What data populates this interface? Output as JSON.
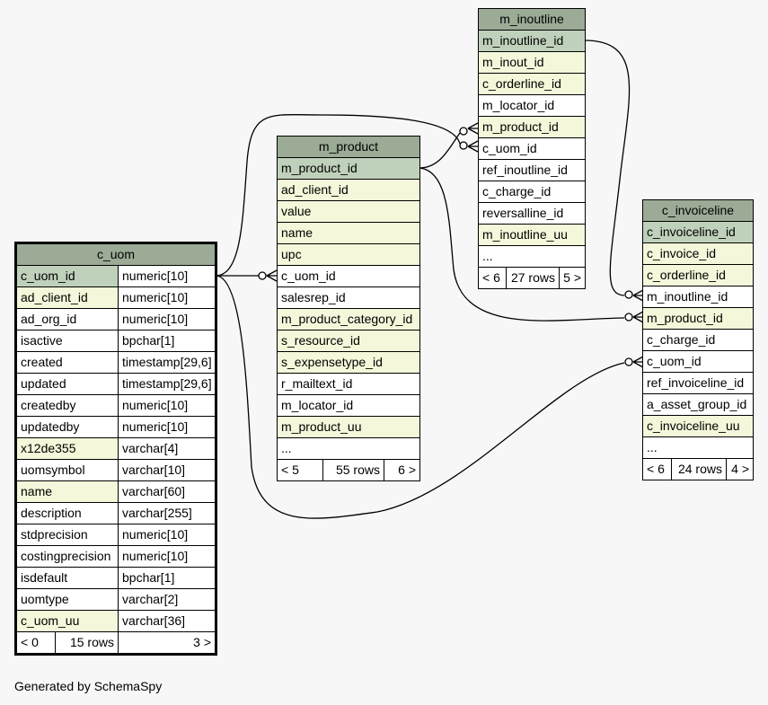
{
  "caption": "Generated by SchemaSpy",
  "tables": {
    "c_uom": {
      "name": "c_uom",
      "columns": [
        {
          "name": "c_uom_id",
          "type": "numeric[10]",
          "kind": "pk"
        },
        {
          "name": "ad_client_id",
          "type": "numeric[10]",
          "kind": "fk"
        },
        {
          "name": "ad_org_id",
          "type": "numeric[10]",
          "kind": ""
        },
        {
          "name": "isactive",
          "type": "bpchar[1]",
          "kind": ""
        },
        {
          "name": "created",
          "type": "timestamp[29,6]",
          "kind": ""
        },
        {
          "name": "updated",
          "type": "timestamp[29,6]",
          "kind": ""
        },
        {
          "name": "createdby",
          "type": "numeric[10]",
          "kind": ""
        },
        {
          "name": "updatedby",
          "type": "numeric[10]",
          "kind": ""
        },
        {
          "name": "x12de355",
          "type": "varchar[4]",
          "kind": "fk"
        },
        {
          "name": "uomsymbol",
          "type": "varchar[10]",
          "kind": ""
        },
        {
          "name": "name",
          "type": "varchar[60]",
          "kind": "fk"
        },
        {
          "name": "description",
          "type": "varchar[255]",
          "kind": ""
        },
        {
          "name": "stdprecision",
          "type": "numeric[10]",
          "kind": ""
        },
        {
          "name": "costingprecision",
          "type": "numeric[10]",
          "kind": ""
        },
        {
          "name": "isdefault",
          "type": "bpchar[1]",
          "kind": ""
        },
        {
          "name": "uomtype",
          "type": "varchar[2]",
          "kind": ""
        },
        {
          "name": "c_uom_uu",
          "type": "varchar[36]",
          "kind": "fk"
        }
      ],
      "footer": {
        "parents": "< 0",
        "rows": "15 rows",
        "children": "3 >"
      }
    },
    "m_product": {
      "name": "m_product",
      "columns": [
        {
          "name": "m_product_id",
          "kind": "pk"
        },
        {
          "name": "ad_client_id",
          "kind": "fk"
        },
        {
          "name": "value",
          "kind": "fk"
        },
        {
          "name": "name",
          "kind": "fk"
        },
        {
          "name": "upc",
          "kind": "fk"
        },
        {
          "name": "c_uom_id",
          "kind": ""
        },
        {
          "name": "salesrep_id",
          "kind": ""
        },
        {
          "name": "m_product_category_id",
          "kind": "fk"
        },
        {
          "name": "s_resource_id",
          "kind": "fk"
        },
        {
          "name": "s_expensetype_id",
          "kind": "fk"
        },
        {
          "name": "r_mailtext_id",
          "kind": ""
        },
        {
          "name": "m_locator_id",
          "kind": ""
        },
        {
          "name": "m_product_uu",
          "kind": "fk"
        },
        {
          "name": "...",
          "kind": ""
        }
      ],
      "footer": {
        "parents": "< 5",
        "rows": "55 rows",
        "children": "6 >"
      }
    },
    "m_inoutline": {
      "name": "m_inoutline",
      "columns": [
        {
          "name": "m_inoutline_id",
          "kind": "pk"
        },
        {
          "name": "m_inout_id",
          "kind": "fk"
        },
        {
          "name": "c_orderline_id",
          "kind": "fk"
        },
        {
          "name": "m_locator_id",
          "kind": ""
        },
        {
          "name": "m_product_id",
          "kind": "fk"
        },
        {
          "name": "c_uom_id",
          "kind": ""
        },
        {
          "name": "ref_inoutline_id",
          "kind": ""
        },
        {
          "name": "c_charge_id",
          "kind": ""
        },
        {
          "name": "reversalline_id",
          "kind": ""
        },
        {
          "name": "m_inoutline_uu",
          "kind": "fk"
        },
        {
          "name": "...",
          "kind": ""
        }
      ],
      "footer": {
        "parents": "< 6",
        "rows": "27 rows",
        "children": "5 >"
      }
    },
    "c_invoiceline": {
      "name": "c_invoiceline",
      "columns": [
        {
          "name": "c_invoiceline_id",
          "kind": "pk"
        },
        {
          "name": "c_invoice_id",
          "kind": "fk"
        },
        {
          "name": "c_orderline_id",
          "kind": "fk"
        },
        {
          "name": "m_inoutline_id",
          "kind": ""
        },
        {
          "name": "m_product_id",
          "kind": "fk"
        },
        {
          "name": "c_charge_id",
          "kind": ""
        },
        {
          "name": "c_uom_id",
          "kind": ""
        },
        {
          "name": "ref_invoiceline_id",
          "kind": ""
        },
        {
          "name": "a_asset_group_id",
          "kind": ""
        },
        {
          "name": "c_invoiceline_uu",
          "kind": "fk"
        },
        {
          "name": "...",
          "kind": ""
        }
      ],
      "footer": {
        "parents": "< 6",
        "rows": "24 rows",
        "children": "4 >"
      }
    }
  },
  "colors": {
    "header": "#9bab96",
    "pk": "#bfd1bb",
    "fk": "#f4f7da",
    "background": "#f7f7f7"
  }
}
